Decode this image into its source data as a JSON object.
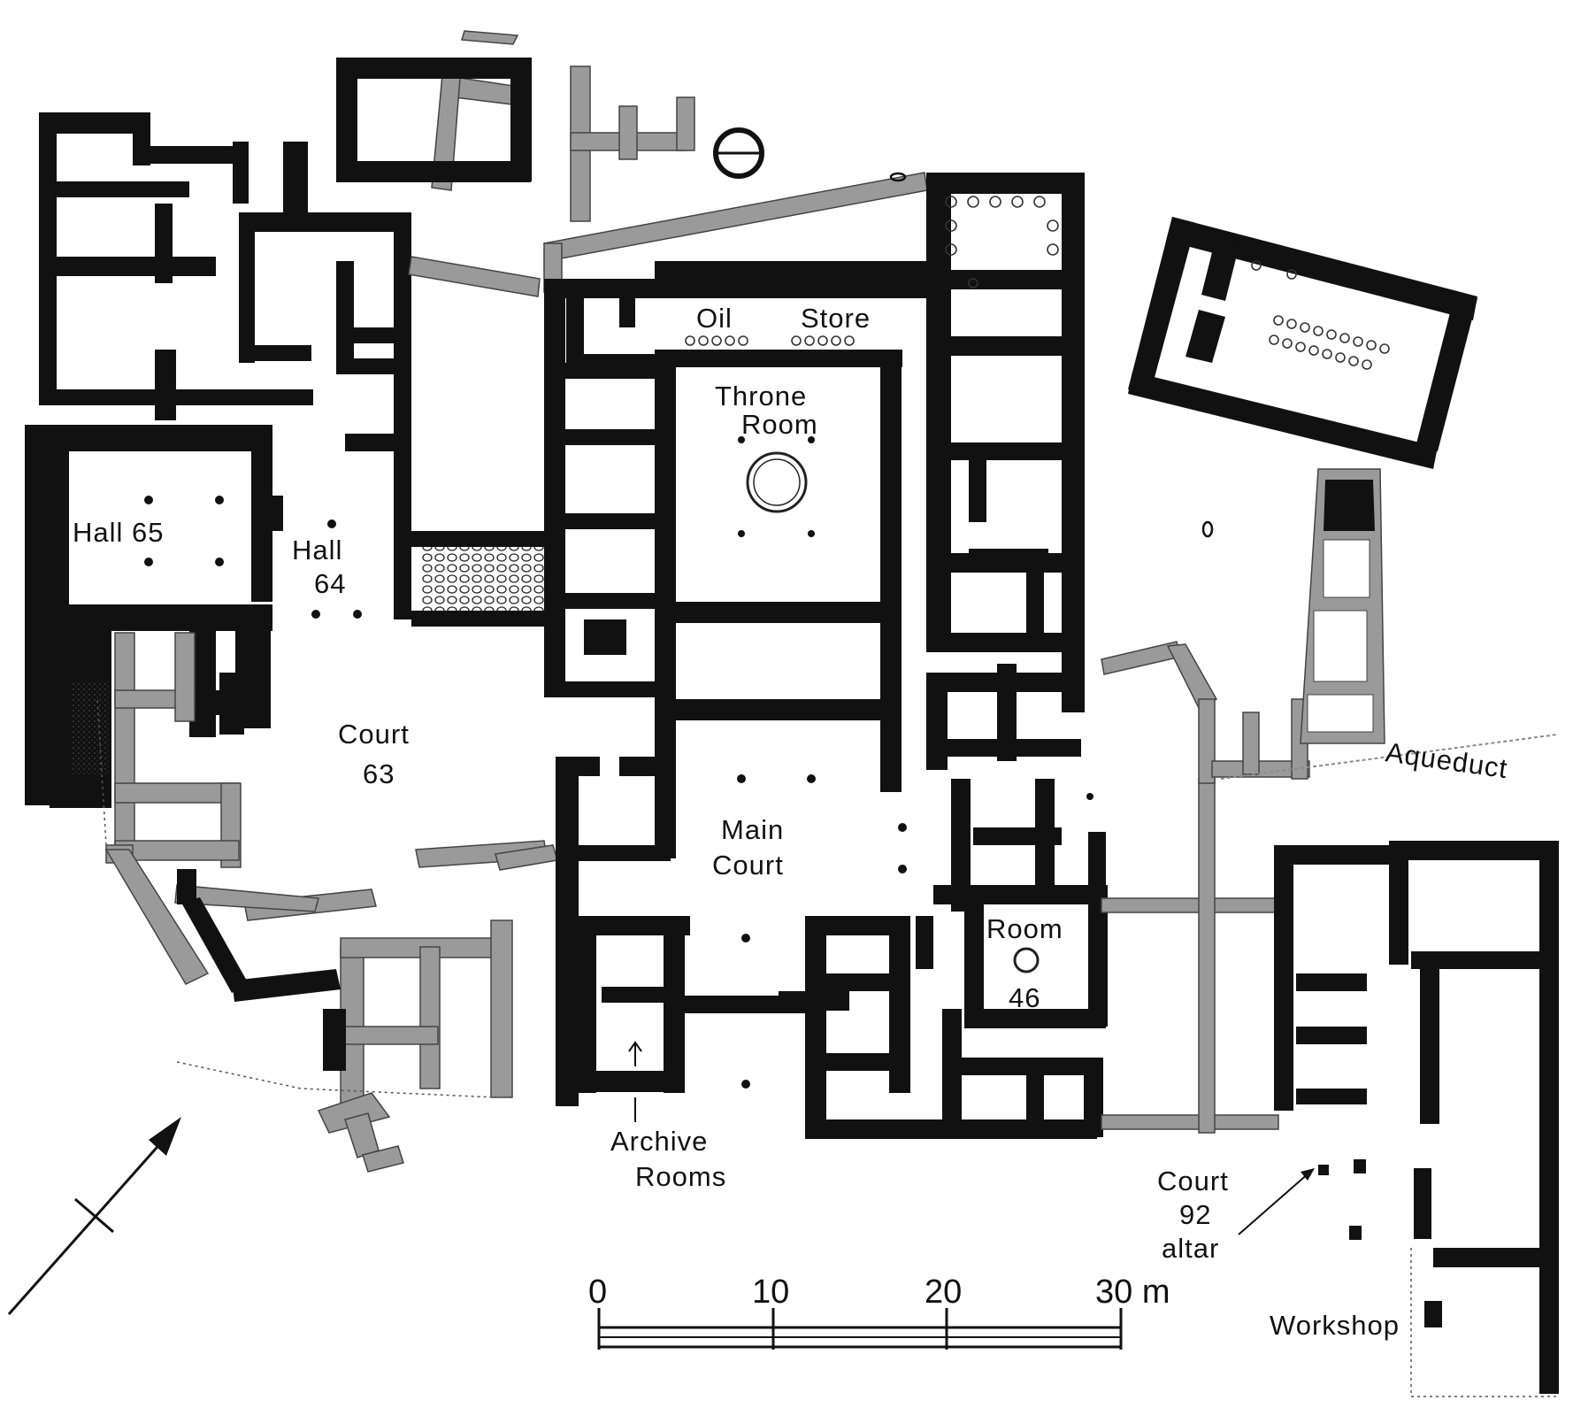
{
  "labels": {
    "oil": "Oil",
    "store": "Store",
    "throne_room_1": "Throne",
    "throne_room_2": "Room",
    "hall65": "Hall 65",
    "hall64_1": "Hall",
    "hall64_2": "64",
    "court63_1": "Court",
    "court63_2": "63",
    "main_court_1": "Main",
    "main_court_2": "Court",
    "room46_1": "Room",
    "room46_2": "46",
    "archive_1": "Archive",
    "archive_2": "Rooms",
    "court92_1": "Court",
    "court92_2": "92",
    "court92_3": "altar",
    "aqueduct": "Aqueduct",
    "workshop": "Workshop"
  },
  "scale_bar": {
    "ticks": [
      "0",
      "10",
      "20",
      "30 m"
    ]
  },
  "north_arrow": "arrow-icon",
  "colors": {
    "wall": "#111111",
    "restored_wall": "#9a9a9a",
    "background": "#ffffff"
  }
}
